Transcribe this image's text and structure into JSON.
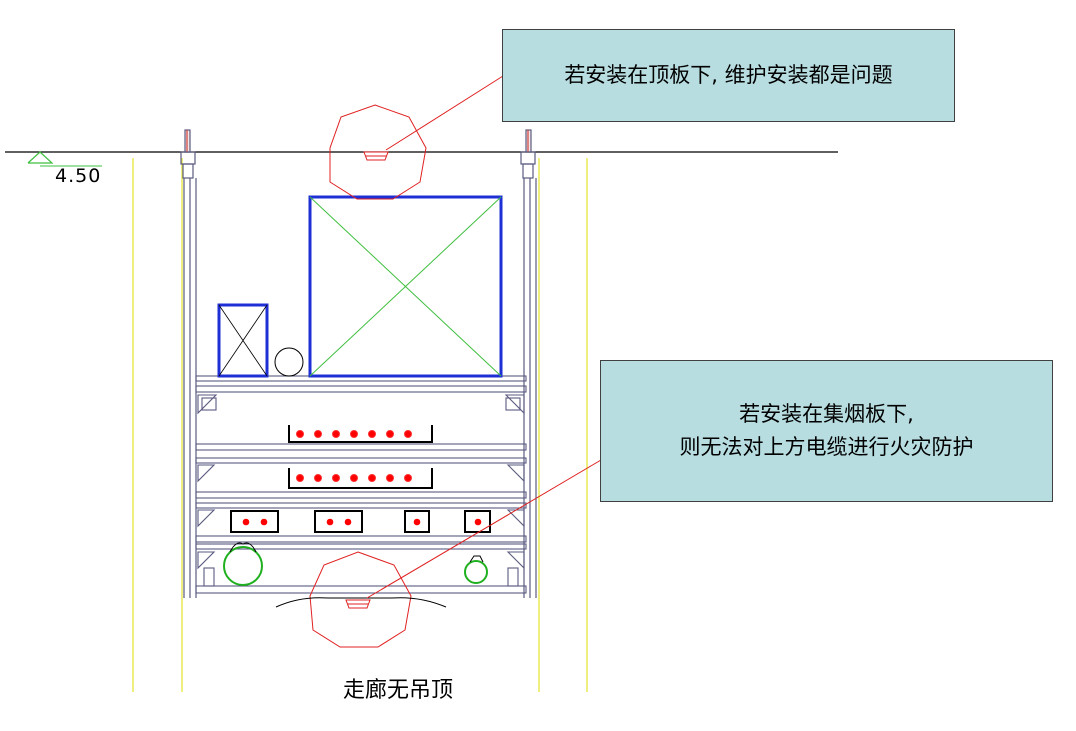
{
  "elevation": {
    "label": "4.50"
  },
  "callouts": {
    "ceiling": {
      "line1": "若安装在顶板下, 维护安装都是问题"
    },
    "smoke_panel": {
      "line1": "若安装在集烟板下,",
      "line2": "则无法对上方电缆进行火灾防护"
    }
  },
  "caption": {
    "text": "走廊无吊顶"
  },
  "colors": {
    "frame": "#5a5a80",
    "box": "#1f2fd6",
    "diagonal": "#3fbf3f",
    "cable": "#ff0000",
    "leader": "#e02020",
    "wall_line": "#e8e84a",
    "callout_bg": "#b7dde1"
  }
}
